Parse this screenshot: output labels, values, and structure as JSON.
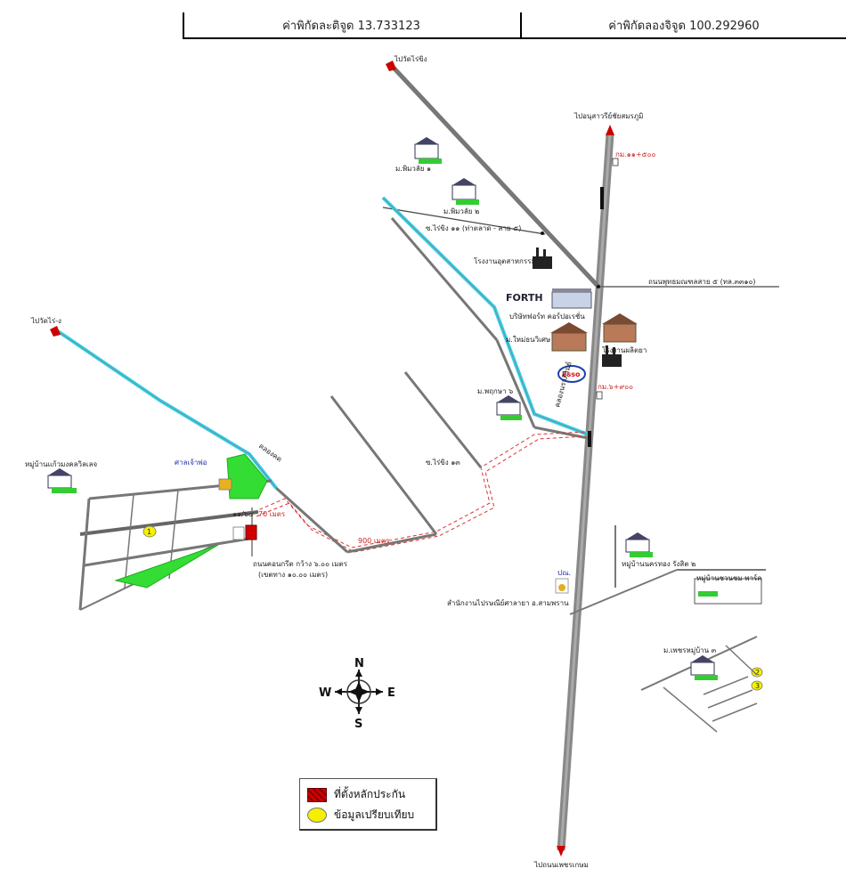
{
  "coordinates": {
    "latitude_label": "ค่าพิกัดละติจูด 13.733123",
    "longitude_label": "ค่าพิกัดลองจิจูด 100.292960"
  },
  "compass": {
    "north": "N",
    "south": "S",
    "east": "E",
    "west": "W"
  },
  "legend": {
    "collateral_location": "ที่ตั้งหลักประกัน",
    "comparable_data": "ข้อมูลเปรียบเทียบ"
  },
  "labels": {
    "to_top_left": "ไปวัดไร่ขิง",
    "to_left": "ไปวัดไร่-ง",
    "to_top_right": "ไปอนุสาวรีย์ชัยสมรภูมิ",
    "to_bottom": "ไปถนนเพชรเกษม",
    "village_1": "ม.พิมวลัย ๑",
    "village_2": "ม.พิมวลัย ๒",
    "soi_main": "ซ.ไร่ขิง ๑๑ (ท่าตลาด - สาย ๕)",
    "factory_1": "โรงงานอุตสาหกรรม",
    "main_road": "ถนนพุทธมณฑลสาย ๕ (ทล.๓๓๑๐)",
    "forth_logo": "FORTH",
    "forth_company": "บริษัทฟอร์ท คอร์ปอเรชั่น",
    "village_3": "ม.ใหม่ธนวิเศษ",
    "factory_2": "โรงงานผลิตยา",
    "esso_logo": "Esso",
    "km_marker_top": "กม.๑๑+๕๐๐",
    "km_marker_mid": "กม.๖+๙๐๐",
    "canal_side": "คลองนราภิรมย์",
    "village_4": "ม.พฤกษา ๖",
    "soi_side": "ซ.ไร่ขิง ๑๓",
    "canal_left": "คลองคด",
    "village_left": "หมู่บ้านแก้วมงคลวิลเลจ",
    "temple_label": "ศาลเจ้าพ่อ",
    "plot_number": "๑๑/๖๔",
    "distance_70": "70 เมตร",
    "road_width_1": "ถนนคอนกรีต กว้าง ๖.๐๐ เมตร",
    "road_width_2": "(เขตทาง ๑๐.๐๐ เมตร)",
    "distance_900": "900 เมตร",
    "village_5": "หมู่บ้านนครทอง รังสิต ๒",
    "village_6": "หมู่บ้านชวนชม พาร์ค",
    "office_label": "สำนักงานไปรษณีย์ศาลายา อ.สามพราน",
    "office_tag": "ปณ.",
    "village_7": "ม.เพชรหมู่บ้าน ๓"
  },
  "comparable_marks": [
    "1",
    "2",
    "3"
  ]
}
